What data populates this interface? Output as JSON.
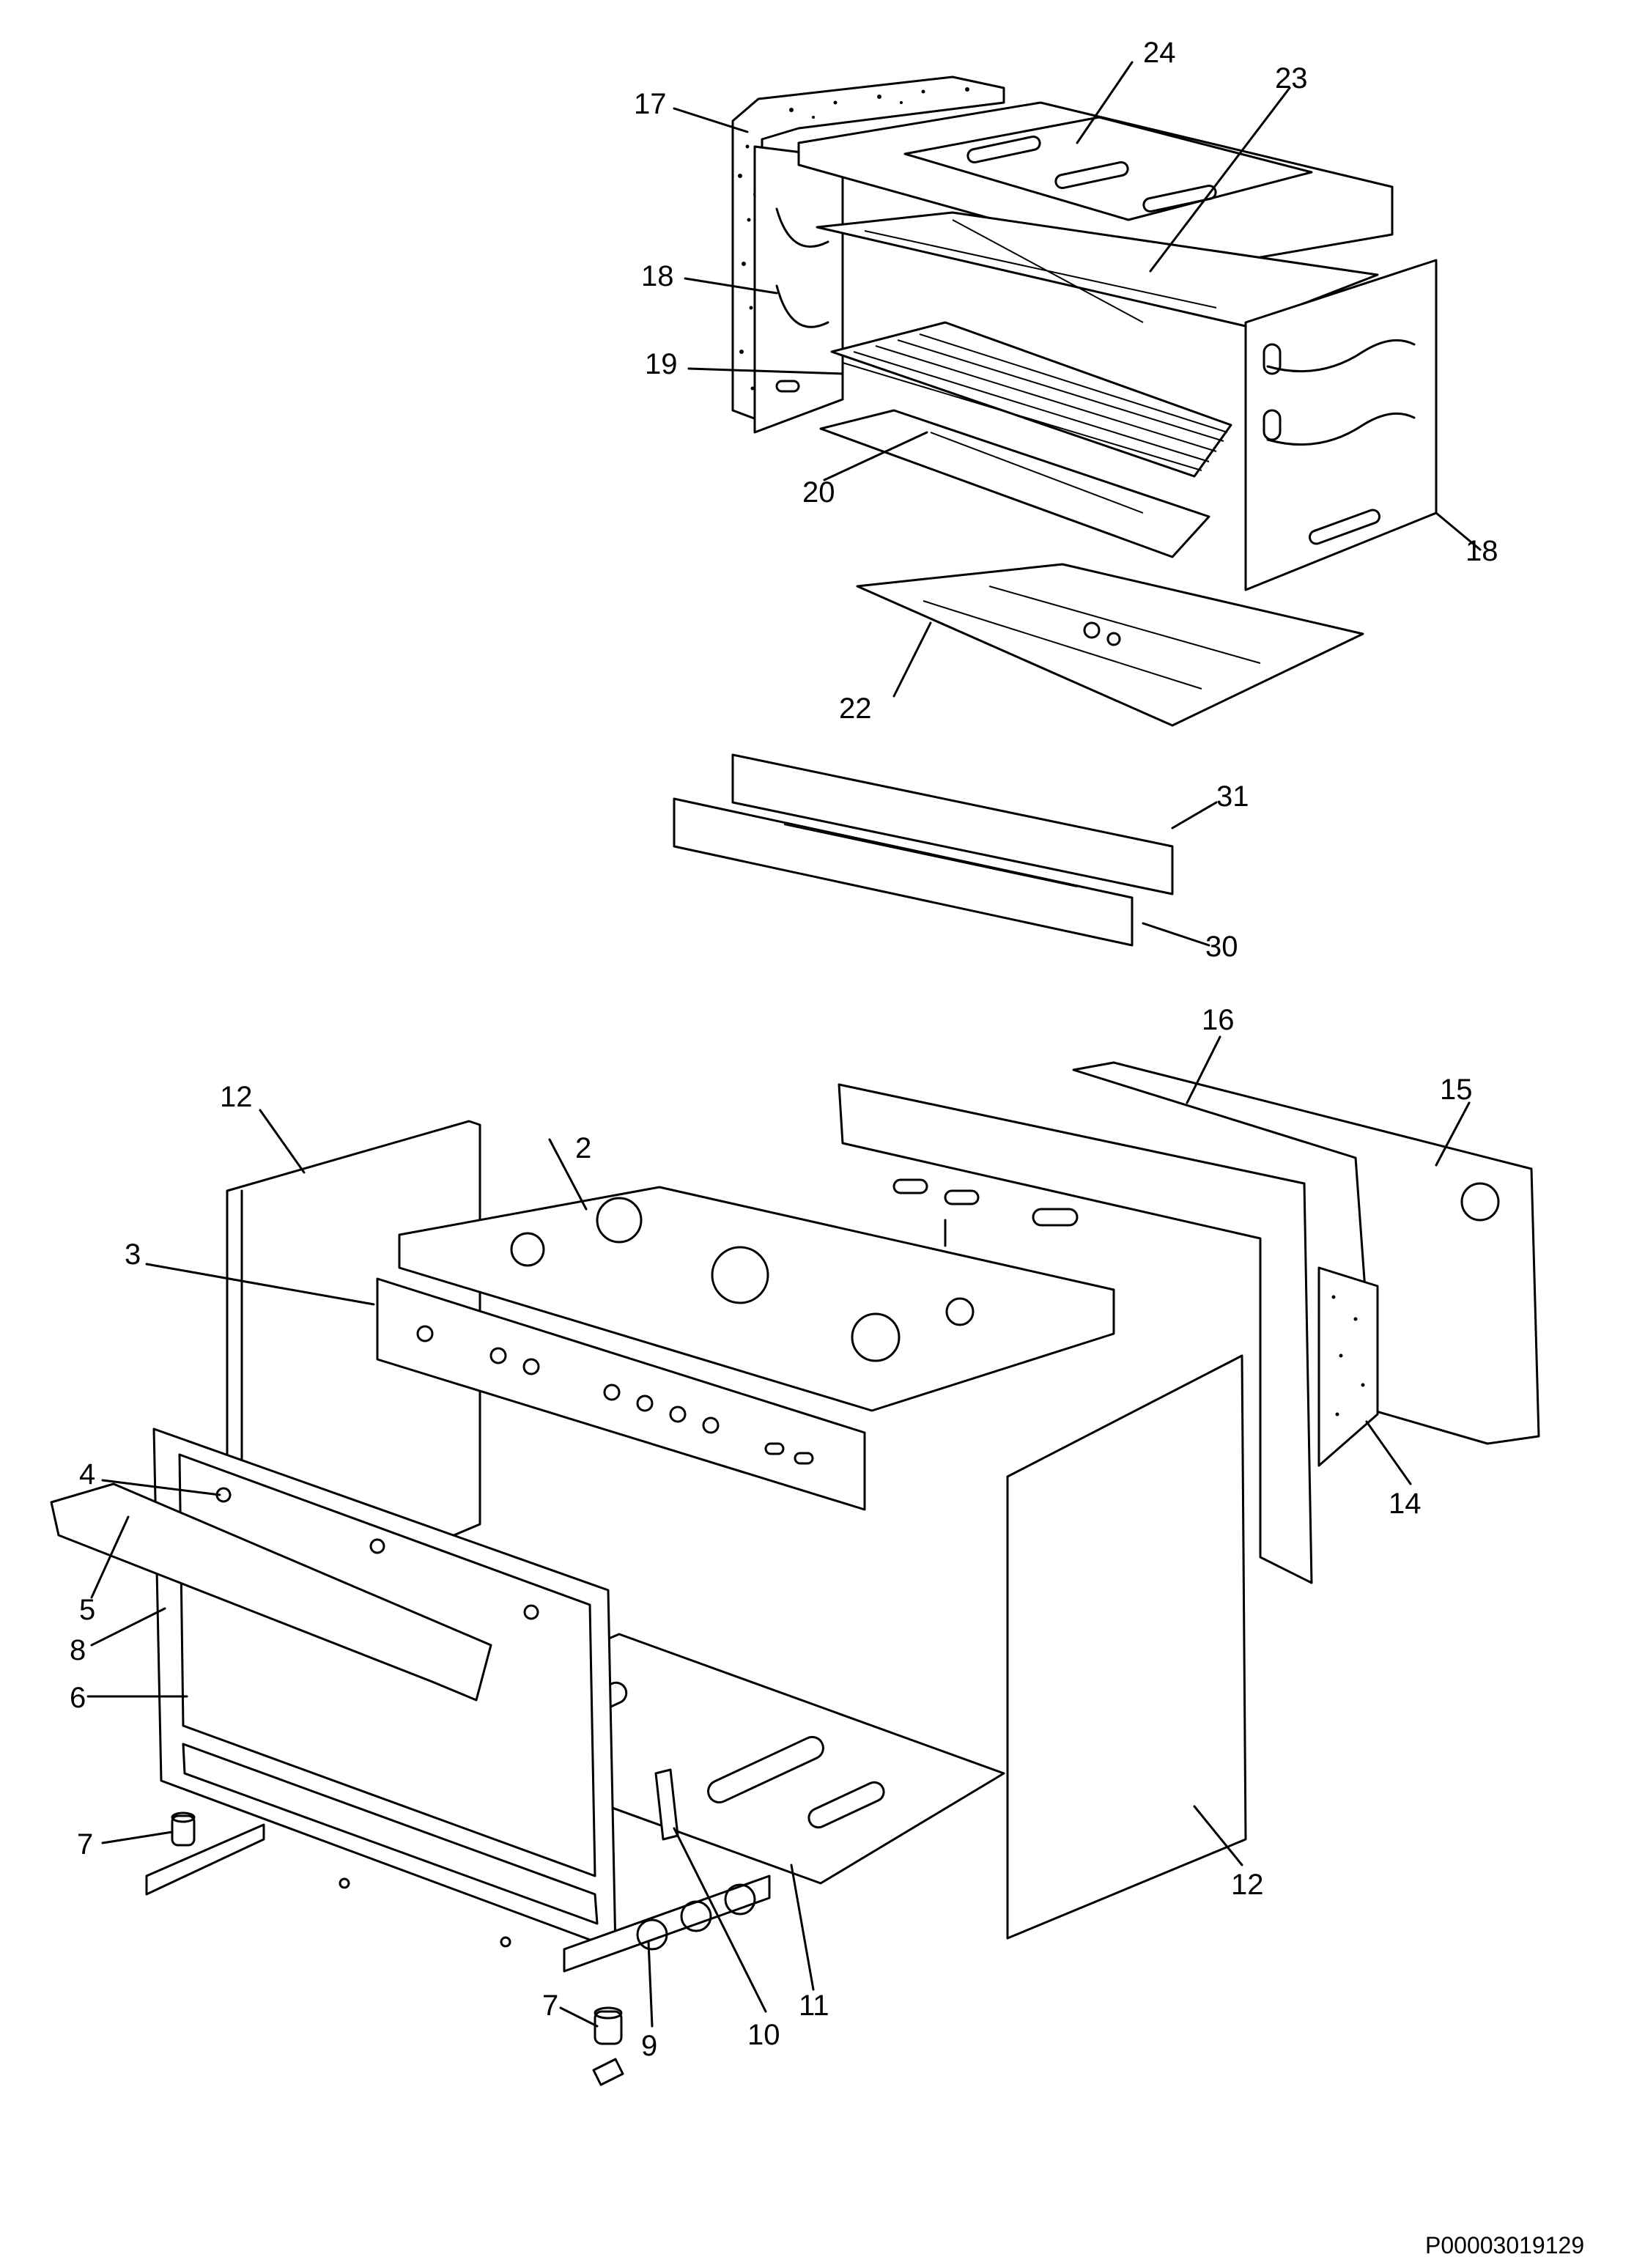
{
  "reference_code": "P00003019129",
  "labels": {
    "l2": "2",
    "l3": "3",
    "l4": "4",
    "l5": "5",
    "l6": "6",
    "l7a": "7",
    "l7b": "7",
    "l8": "8",
    "l9": "9",
    "l10": "10",
    "l11": "11",
    "l12a": "12",
    "l12b": "12",
    "l14": "14",
    "l15": "15",
    "l16": "16",
    "l17": "17",
    "l18a": "18",
    "l18b": "18",
    "l19": "19",
    "l20": "20",
    "l22": "22",
    "l23": "23",
    "l24": "24",
    "l30": "30",
    "l31": "31"
  }
}
